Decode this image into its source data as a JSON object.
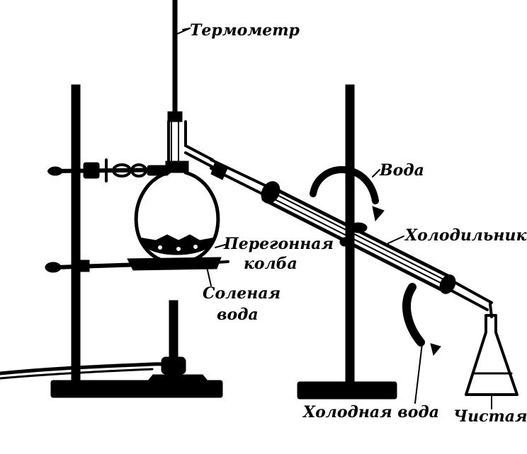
{
  "labels": {
    "thermometer": "Термометр",
    "water": "Вода",
    "condenser": "Холодильник",
    "flask_line1": "Перегонная",
    "flask_line2": "колба",
    "salt_water_line1": "Соленая",
    "salt_water_line2": "вода",
    "cold_water": "Холодная вода",
    "clean": "Чистая"
  },
  "colors": {
    "ink": "#000000",
    "background": "#ffffff"
  }
}
